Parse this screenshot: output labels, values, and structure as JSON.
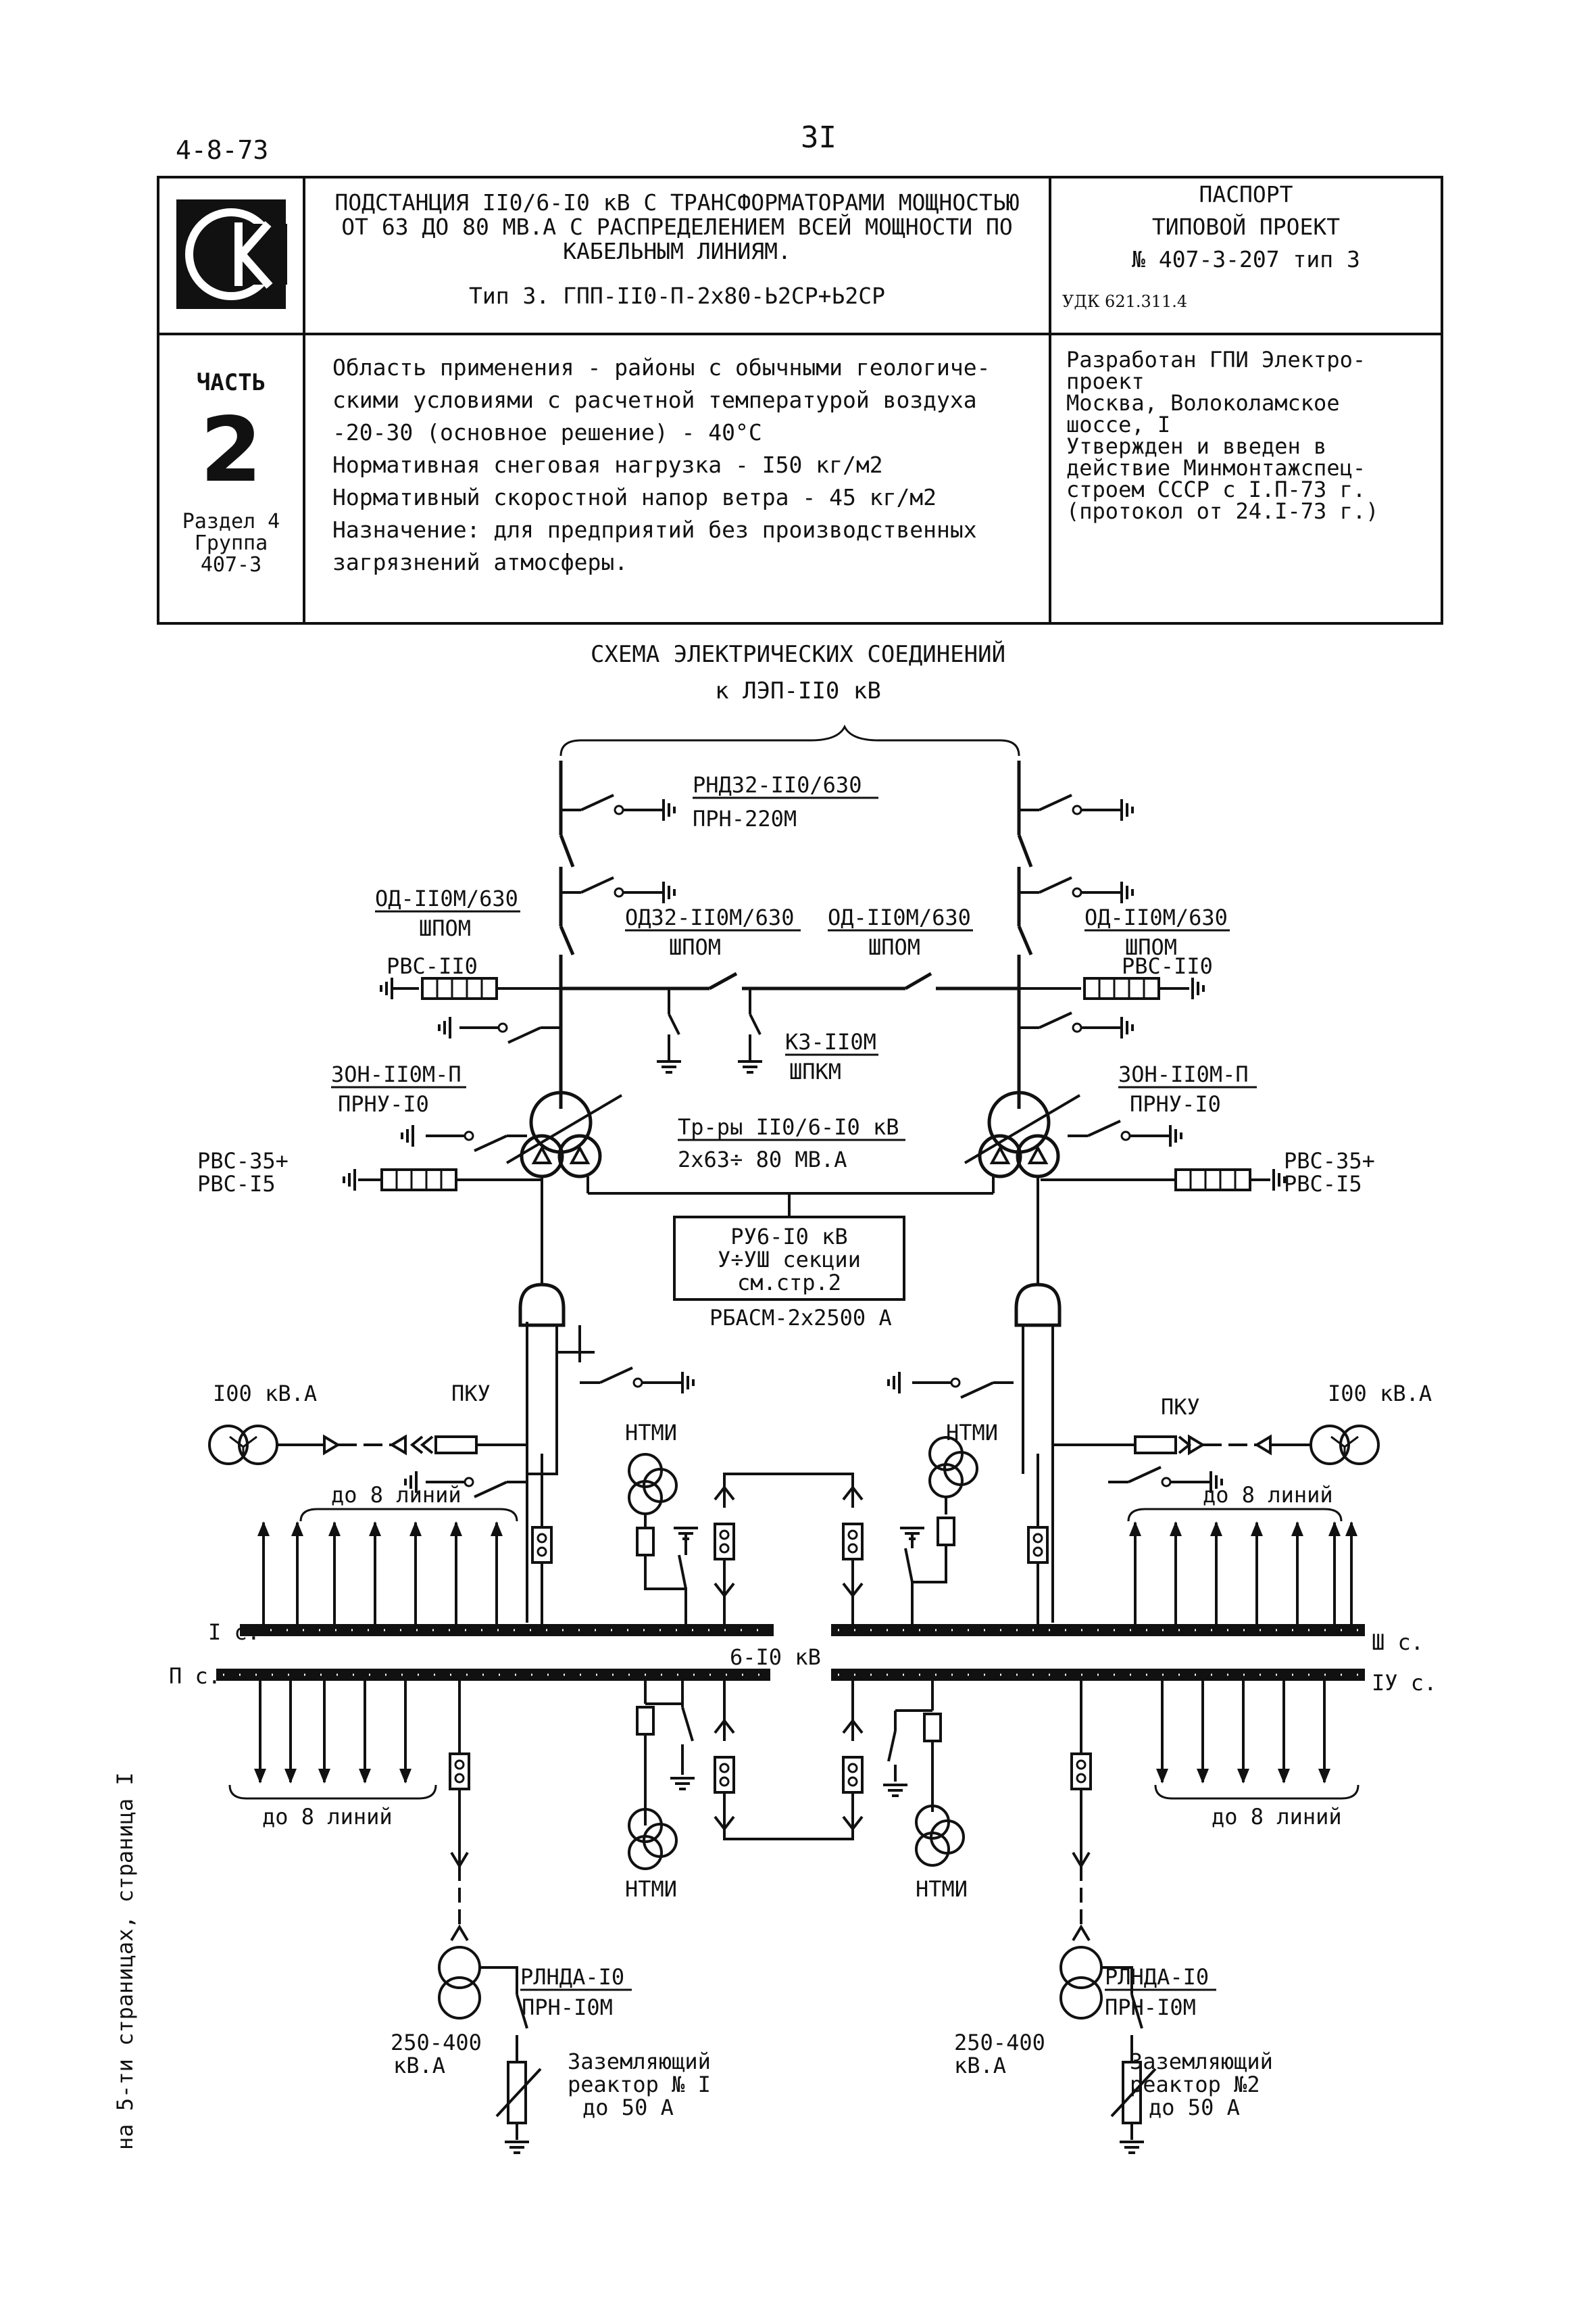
{
  "header": {
    "code": "4-8-73",
    "page_number": "3I"
  },
  "passport": {
    "logo_text": "СК",
    "title_line1": "ПОДСТАНЦИЯ II0/6-I0 кВ С ТРАНСФОРМАТОРАМИ МОЩНОСТЬЮ",
    "title_line2": "ОТ 63 ДО 80 МВ.А С РАСПРЕДЕЛЕНИЕМ ВСЕЙ МОЩНОСТИ ПО",
    "title_line3": "КАБЕЛЬНЫМ ЛИНИЯМ.",
    "type_line": "Тип 3. ГПП-II0-П-2х80-Ь2СР+Ь2СР",
    "passport_label": "ПАСПОРТ",
    "project_label": "ТИПОВОЙ ПРОЕКТ",
    "project_number": "№ 407-3-207 тип 3",
    "udk": "УДК 621.311.4",
    "part_label": "ЧАСТЬ",
    "part_number": "2",
    "section": "Раздел 4",
    "group": "Группа",
    "group_number": "407-3",
    "scope_1": "Область применения - районы с обычными геологиче-",
    "scope_2": "скими условиями с расчетной температурой воздуха",
    "scope_3": "-20-30 (основное решение) - 40°С",
    "scope_4": "Нормативная снеговая нагрузка - I50 кг/м2",
    "scope_5": "Нормативный скоростной напор ветра - 45 кг/м2",
    "scope_6": "Назначение: для предприятий без производственных",
    "scope_7": "загрязнений атмосферы.",
    "dev_1": "Разработан  ГПИ Электро-",
    "dev_2": "проект",
    "dev_3": "Москва, Волоколамское",
    "dev_4": "шоссе, I",
    "dev_5": "Утвержден и введен в",
    "dev_6": "действие Минмонтажспец-",
    "dev_7": "строем СССР с I.П-73 г.",
    "dev_8": "(протокол от 24.I-73 г.)"
  },
  "scheme": {
    "title_1": "СХЕМА ЭЛЕКТРИЧЕСКИХ СОЕДИНЕНИЙ",
    "title_2": "к ЛЭП-II0 кВ",
    "rnd": "РНДЗ2-II0/630",
    "prn220": "ПРН-220М",
    "od_left": "ОД-II0М/630",
    "shpom_left": "ШПОМ",
    "odz": "ОДЗ2-II0М/630",
    "shpom_c1": "ШПОМ",
    "od_center": "ОД-II0М/630",
    "shpom_c2": "ШПОМ",
    "od_right": "ОД-II0М/630",
    "shpom_right": "ШПОМ",
    "rvs_left": "РВС-II0",
    "rvs_right": "РВС-II0",
    "kz": "КЗ-II0М",
    "shpkm": "ШПКМ",
    "zon_left": "ЗОН-II0М-П",
    "prnu_left": "ПРНУ-I0",
    "zon_right": "ЗОН-II0М-П",
    "prnu_right": "ПРНУ-I0",
    "tr_label": "Тр-ры II0/6-I0 кВ",
    "tr_power": "2х63÷ 80 МВ.А",
    "rvs35_left": "РВС-35+",
    "rvs15_left": "РВС-I5",
    "rvs35_right": "РВС-35+",
    "rvs15_right": "РВС-I5",
    "ru_1": "РУ6-I0 кВ",
    "ru_2": "У÷УШ  секции",
    "ru_3": "см.стр.2",
    "rbasm": "РБАСМ-2х2500 А",
    "kva_left": "I00 кВ.А",
    "pku_left": "ПКУ",
    "kva_right": "I00 кВ.А",
    "pku_right": "ПКУ",
    "ntmi_ul": "НТМИ",
    "ntmi_ur": "НТМИ",
    "ntmi_ll": "НТМИ",
    "ntmi_lr": "НТМИ",
    "lines_ul": "до 8 линий",
    "lines_ur": "до 8 линий",
    "lines_ll": "до 8 линий",
    "lines_lr": "до 8 линий",
    "sec1": "I с.",
    "sec2": "П с.",
    "sec3": "Ш с.",
    "sec4": "IУ с.",
    "bus_kv": "6-I0 кВ",
    "rlnd_left": "РЛНДА-I0",
    "prn10_left": "ПРН-I0М",
    "rlnd_right": "РЛНДА-I0",
    "prn10_right": "ПРН-I0М",
    "pw_left": "250-400",
    "pw_left_u": "кВ.А",
    "pw_right": "250-400",
    "pw_right_u": "кВ.А",
    "react_left_1": "Заземляющий",
    "react_left_2": "реактор № I",
    "react_left_3": "до 50 А",
    "react_right_1": "Заземляющий",
    "react_right_2": "реактор №2",
    "react_right_3": "до 50 А"
  },
  "side_note": "на 5-ти страницах, страница I"
}
